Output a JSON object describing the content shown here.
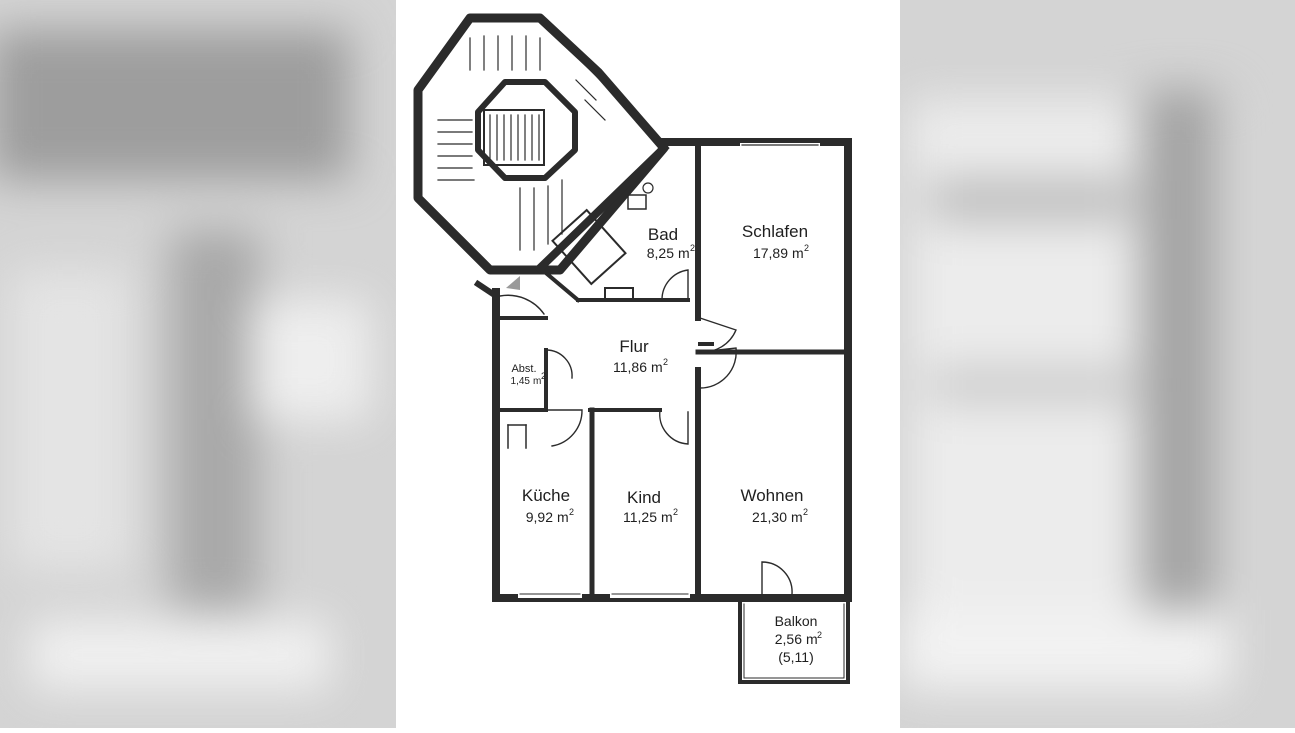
{
  "rooms": {
    "bad": {
      "name": "Bad",
      "area": "8,25",
      "unit": "m",
      "exp": "2"
    },
    "schlafen": {
      "name": "Schlafen",
      "area": "17,89",
      "unit": "m",
      "exp": "2"
    },
    "flur": {
      "name": "Flur",
      "area": "11,86",
      "unit": "m",
      "exp": "2"
    },
    "abst": {
      "name": "Abst.",
      "area": "1,45",
      "unit": "m",
      "exp": "2"
    },
    "kueche": {
      "name": "Küche",
      "area": "9,92",
      "unit": "m",
      "exp": "2"
    },
    "kind": {
      "name": "Kind",
      "area": "11,25",
      "unit": "m",
      "exp": "2"
    },
    "wohnen": {
      "name": "Wohnen",
      "area": "21,30",
      "unit": "m",
      "exp": "2"
    },
    "balkon": {
      "name": "Balkon",
      "area": "2,56",
      "unit": "m",
      "exp": "2",
      "note": "(5,11)"
    }
  },
  "colors": {
    "wall": "#2b2b2b",
    "line": "#3a3a3a",
    "paper": "#ffffff",
    "blur_bg": "#d4d4d4",
    "entry_marker": "#9a9a9a"
  }
}
